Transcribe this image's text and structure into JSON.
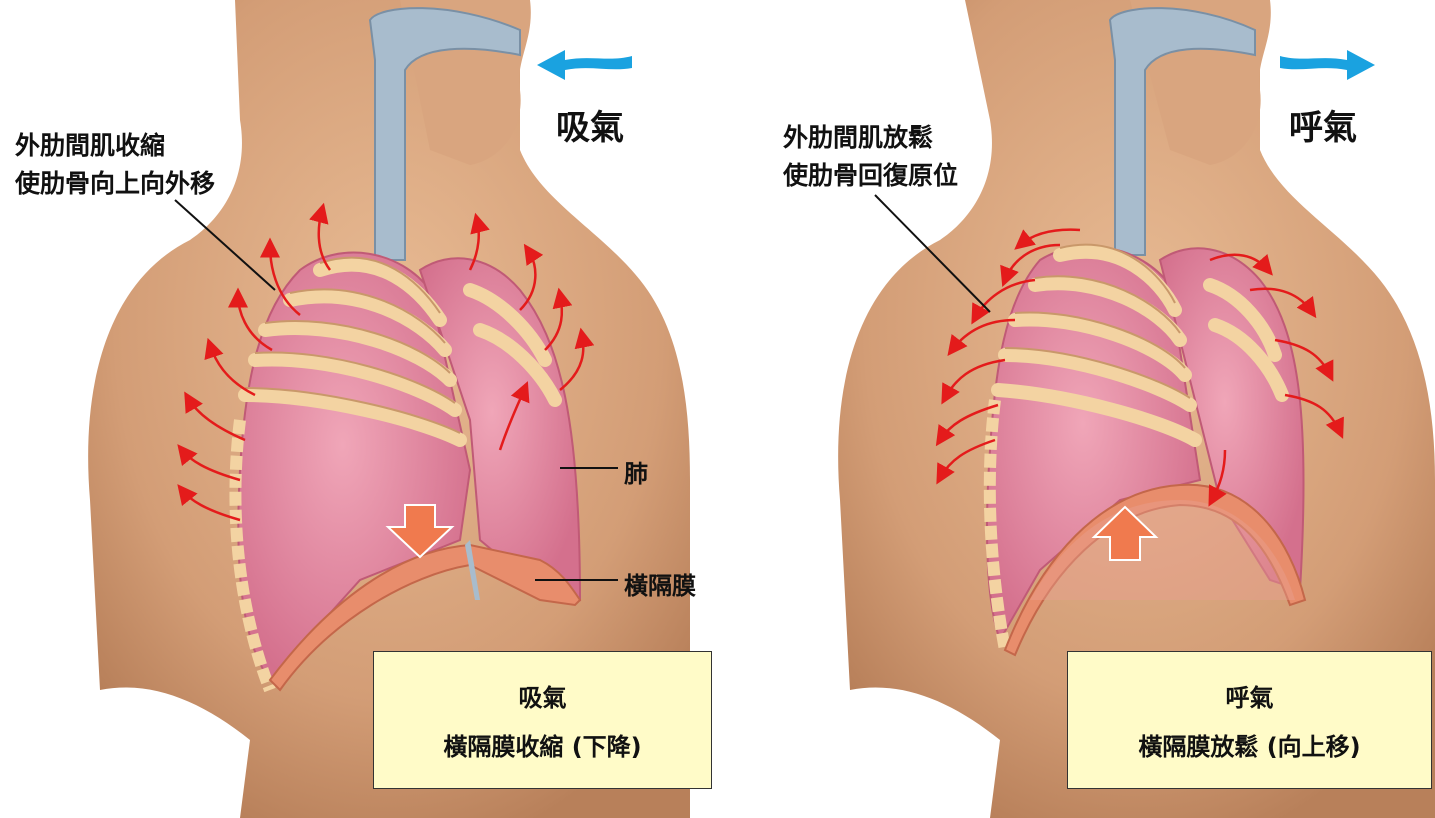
{
  "panels": [
    {
      "id": "inhale",
      "action": "吸氣",
      "muscle_line1": "外肋間肌收縮",
      "muscle_line2": "使肋骨向上向外移",
      "organ_lung": "肺",
      "organ_diaphragm": "橫隔膜",
      "caption_line1": "吸氣",
      "caption_line2": "橫隔膜收縮 (下降)"
    },
    {
      "id": "exhale",
      "action": "呼氣",
      "muscle_line1": "外肋間肌放鬆",
      "muscle_line2": "使肋骨回復原位",
      "caption_line1": "呼氣",
      "caption_line2": "橫隔膜放鬆 (向上移)"
    }
  ],
  "colors": {
    "skin": "#d9a57f",
    "skin_shadow": "#b9805b",
    "lung": "#e58aa3",
    "rib": "#f3d3a2",
    "airway": "#a8bccd",
    "diaphragm": "#e88d6c",
    "red_arrow": "#e41b1b",
    "orange_arrow": "#f07a4e",
    "air_arrow": "#1aa2e0",
    "caption_bg": "#fffbc8"
  }
}
